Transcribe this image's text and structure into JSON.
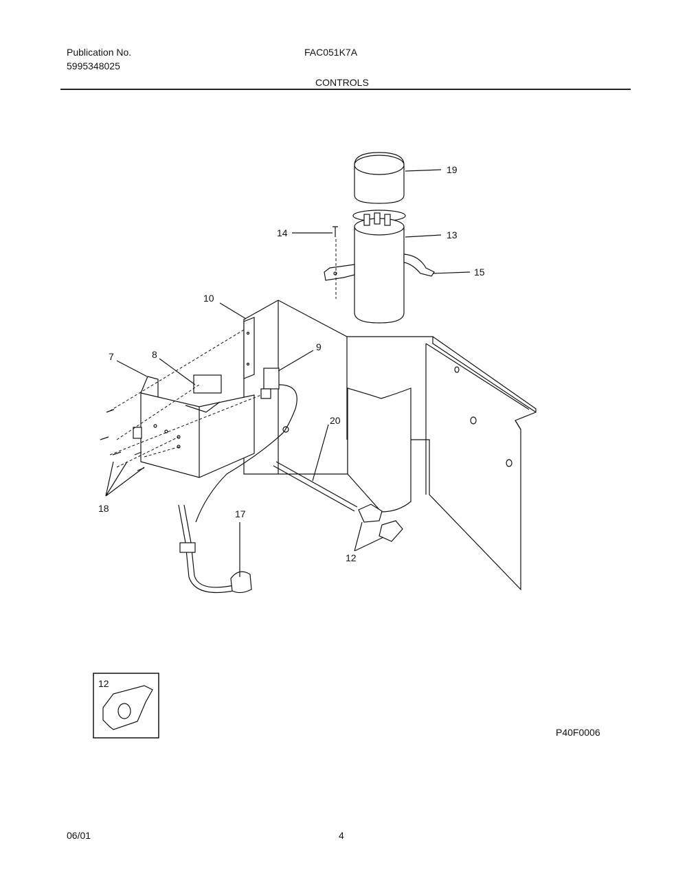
{
  "header": {
    "publication_label": "Publication No.",
    "publication_number": "5995348025",
    "model": "FAC051K7A",
    "section": "CONTROLS"
  },
  "diagram": {
    "callouts": [
      "19",
      "14",
      "13",
      "15",
      "10",
      "9",
      "7",
      "8",
      "20",
      "18",
      "17",
      "12"
    ],
    "inset_callout": "12",
    "figure_code": "P40F0006"
  },
  "footer": {
    "date": "06/01",
    "page": "4"
  }
}
